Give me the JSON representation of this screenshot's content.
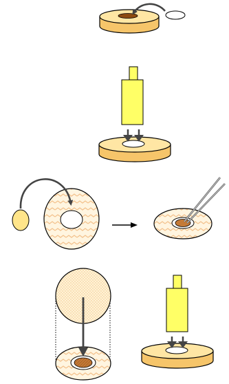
{
  "diagram": {
    "steps": [
      {
        "id": "step-1"
      },
      {
        "id": "step-2"
      },
      {
        "id": "step-3"
      },
      {
        "id": "step-4"
      }
    ],
    "colors": {
      "base_top": "#FFE6A4",
      "base_side": "#F6C56A",
      "outline": "#000000",
      "yellow": "#FFFF66",
      "paper": "#FFF5E0",
      "wave": "#F5C89A",
      "sample": "#C47A37",
      "sample_light": "#E9B36A",
      "small_disc": "#FFE58A",
      "arrow": "#444444"
    },
    "icons": [
      "curved-arrow-icon",
      "right-arrow-icon",
      "down-arrow-icon",
      "tweezers-icon",
      "punch-tool-icon"
    ]
  }
}
